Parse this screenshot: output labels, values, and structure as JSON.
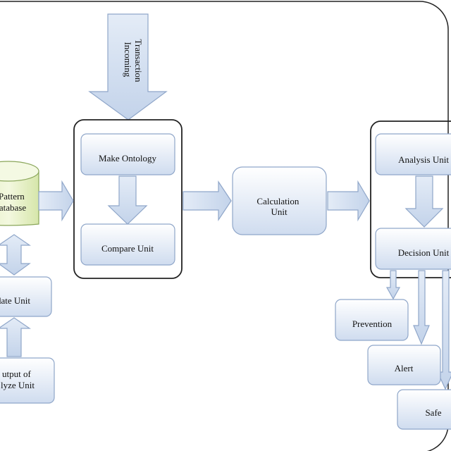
{
  "diagram": {
    "incoming": {
      "line1": "Incoming",
      "line2": "Transaction"
    },
    "pattern_db": {
      "line1": "Pattern",
      "line2": "atabase"
    },
    "make_ontology": "Make Ontology",
    "compare_unit": "Compare Unit",
    "calculation_unit": {
      "line1": "Calculation",
      "line2": "Unit"
    },
    "analysis_unit": "Analysis Unit",
    "decision_unit": "Decision Unit",
    "update_unit": "date Unit",
    "output_analyze": {
      "line1": "utput of",
      "line2": "lyze Unit"
    },
    "prevention": "Prevention",
    "alert": "Alert",
    "safe": "Safe"
  }
}
